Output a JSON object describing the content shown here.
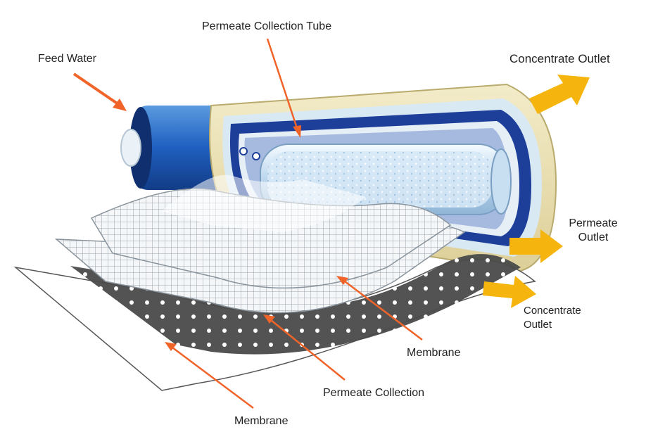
{
  "labels": {
    "permeate_tube": "Permeate Collection Tube",
    "feed_water": "Feed Water",
    "concentrate_top": "Concentrate Outlet",
    "permeate_outlet_1": "Permeate",
    "permeate_outlet_2": "Outlet",
    "concentrate_bottom_1": "Concentrate",
    "concentrate_bottom_2": "Outlet",
    "membrane_upper": "Membrane",
    "permeate_collection": "Permeate Collection",
    "membrane_lower": "Membrane"
  },
  "colors": {
    "pointer_arrow": "#f0642a",
    "outlet_arrow": "#f5b50e",
    "housing_outer": "#eadfb2",
    "blue_layer": "#1d3f9a",
    "housing_blue": "#1f5fbf",
    "core_tube": "#cfe3f4",
    "mesh": "#9aa4ad",
    "spacer_dark": "#3a3a3a"
  }
}
